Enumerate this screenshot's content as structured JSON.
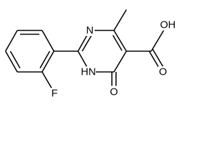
{
  "structure": {
    "atoms": {
      "n_ring": "N",
      "nh": "HN",
      "oxygen_keto": "O",
      "hydroxyl": "OH",
      "fluorine": "F"
    }
  },
  "colors": {
    "bond": "#000000",
    "background": "#ffffff"
  }
}
